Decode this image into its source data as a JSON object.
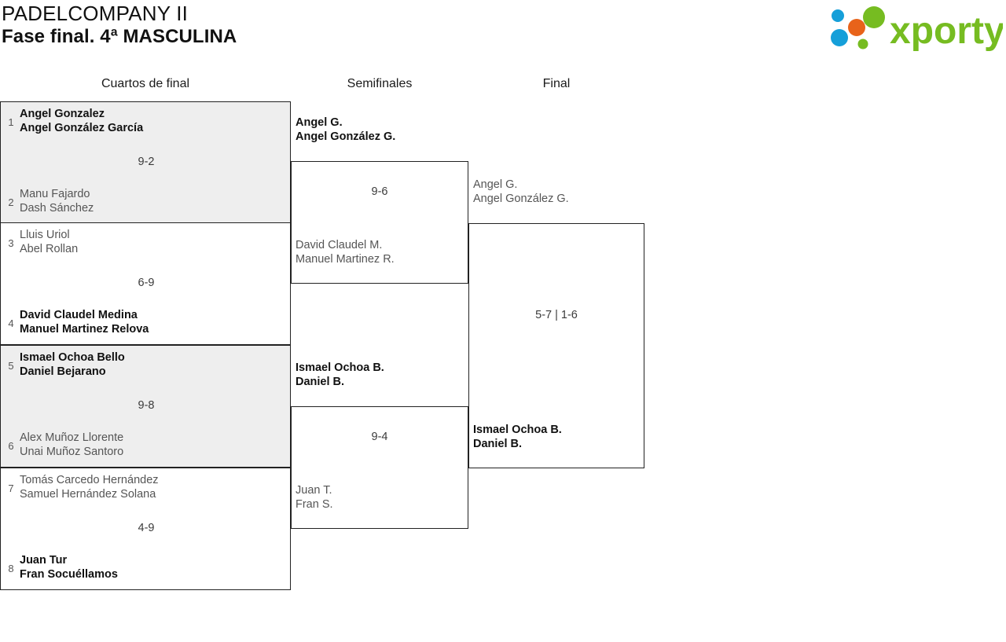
{
  "header": {
    "title_line1": "PADELCOMPANY II",
    "title_line2": "Fase final. 4ª MASCULINA",
    "logo_text": "xporty",
    "logo_colors": {
      "green": "#76bc21",
      "orange": "#e8631a",
      "blue": "#159fd9"
    }
  },
  "rounds": {
    "quarterfinals_label": "Cuartos de final",
    "semifinals_label": "Semifinales",
    "final_label": "Final"
  },
  "quarterfinals": [
    {
      "score": "9-2",
      "top": {
        "seed": "1",
        "player1": "Angel Gonzalez",
        "player2": "Angel González García",
        "result": "winner"
      },
      "bottom": {
        "seed": "2",
        "player1": "Manu Fajardo",
        "player2": "Dash Sánchez",
        "result": "loser"
      }
    },
    {
      "score": "6-9",
      "top": {
        "seed": "3",
        "player1": "Lluis Uriol",
        "player2": "Abel Rollan",
        "result": "loser"
      },
      "bottom": {
        "seed": "4",
        "player1": "David Claudel Medina",
        "player2": "Manuel Martinez Relova",
        "result": "winner"
      }
    },
    {
      "score": "9-8",
      "top": {
        "seed": "5",
        "player1": "Ismael Ochoa Bello",
        "player2": "Daniel Bejarano",
        "result": "winner"
      },
      "bottom": {
        "seed": "6",
        "player1": "Alex Muñoz Llorente",
        "player2": "Unai Muñoz Santoro",
        "result": "loser"
      }
    },
    {
      "score": "4-9",
      "top": {
        "seed": "7",
        "player1": "Tomás Carcedo Hernández",
        "player2": "Samuel Hernández Solana",
        "result": "loser"
      },
      "bottom": {
        "seed": "8",
        "player1": "Juan Tur",
        "player2": "Fran Socuéllamos",
        "result": "winner"
      }
    }
  ],
  "semifinals": [
    {
      "score": "9-6",
      "top": {
        "player1": "Angel G.",
        "player2": "Angel González G.",
        "result": "winner"
      },
      "bottom": {
        "player1": "David Claudel M.",
        "player2": "Manuel Martinez R.",
        "result": "loser"
      }
    },
    {
      "score": "9-4",
      "top": {
        "player1": "Ismael Ochoa B.",
        "player2": "Daniel B.",
        "result": "winner"
      },
      "bottom": {
        "player1": "Juan T.",
        "player2": "Fran S.",
        "result": "loser"
      }
    }
  ],
  "final": {
    "score": "5-7 | 1-6",
    "top": {
      "player1": "Angel G.",
      "player2": "Angel González G.",
      "result": "loser"
    },
    "bottom": {
      "player1": "Ismael Ochoa B.",
      "player2": "Daniel B.",
      "result": "winner"
    }
  }
}
